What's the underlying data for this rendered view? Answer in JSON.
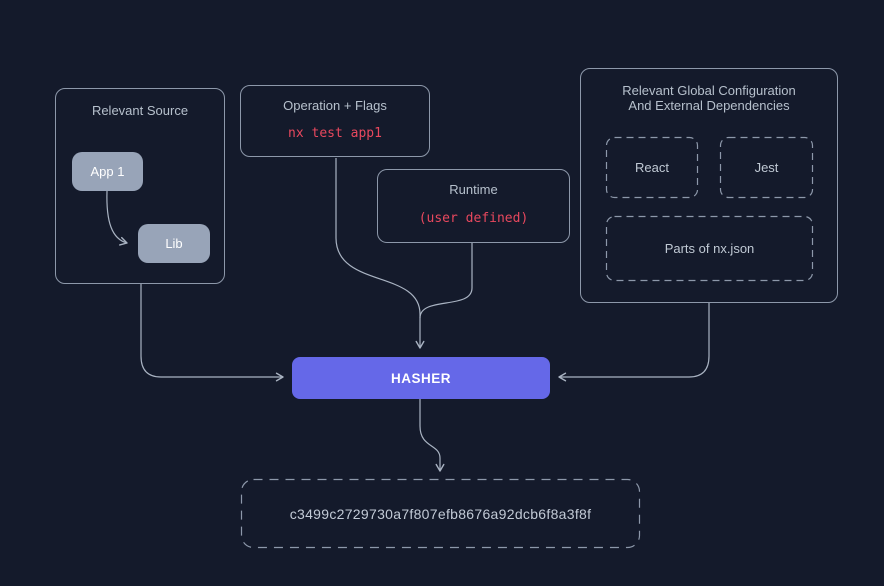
{
  "colors": {
    "background": "#141a2b",
    "accent_purple": "#6568e8",
    "code_red": "#e8485e",
    "border_slate": "#8d98aa",
    "node_fill": "#98a4b8",
    "wire": "#a9b3c2",
    "title_text": "#b6c0cc"
  },
  "nodes": {
    "relevant_source": {
      "title": "Relevant Source",
      "projects": [
        {
          "label": "App 1"
        },
        {
          "label": "Lib"
        }
      ]
    },
    "operation_flags": {
      "title": "Operation + Flags",
      "code": "nx test app1"
    },
    "runtime": {
      "title": "Runtime",
      "code": "(user defined)"
    },
    "global_config": {
      "title_line1": "Relevant Global Configuration",
      "title_line2": "And External Dependencies",
      "items": [
        {
          "label": "React"
        },
        {
          "label": "Jest"
        },
        {
          "label": "Parts of nx.json"
        }
      ]
    },
    "hasher": {
      "label": "HASHER"
    },
    "hash_output": {
      "value": "c3499c2729730a7f807efb8676a92dcb6f8a3f8f"
    }
  },
  "edges": [
    {
      "from": "app-1",
      "to": "lib"
    },
    {
      "from": "relevant-source",
      "to": "hasher"
    },
    {
      "from": "operation-flags",
      "to": "hasher"
    },
    {
      "from": "runtime",
      "to": "hasher"
    },
    {
      "from": "global-config",
      "to": "hasher"
    },
    {
      "from": "hasher",
      "to": "hash-output"
    }
  ]
}
